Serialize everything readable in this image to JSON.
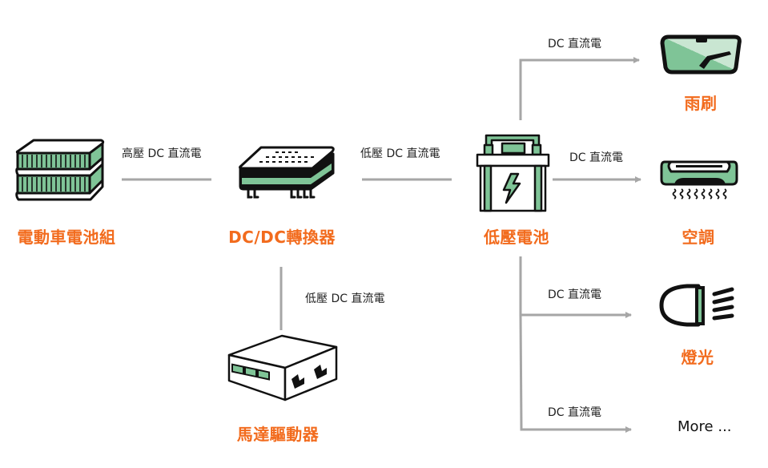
{
  "colors": {
    "accent": "#f26b1d",
    "line": "#a6a6a6",
    "icon_green": "#7fc497",
    "icon_green_light": "#c9e6d2",
    "icon_stroke": "#111111",
    "text": "#222222"
  },
  "nodes": {
    "ev_battery": {
      "label": "電動車電池組",
      "icon": "battery-pack-icon"
    },
    "dcdc_converter": {
      "label": "DC/DC轉換器",
      "icon": "dc-dc-converter-icon"
    },
    "low_voltage_battery": {
      "label": "低壓電池",
      "icon": "car-battery-icon"
    },
    "motor_driver": {
      "label": "馬達驅動器",
      "icon": "motor-driver-icon"
    },
    "wiper": {
      "label": "雨刷",
      "icon": "windshield-wiper-icon"
    },
    "air_conditioner": {
      "label": "空調",
      "icon": "air-conditioner-icon"
    },
    "headlight": {
      "label": "燈光",
      "icon": "headlight-icon"
    },
    "more": {
      "label": "More ..."
    }
  },
  "edges": {
    "battery_to_converter": "高壓 DC 直流電",
    "converter_to_lv_battery": "低壓 DC 直流電",
    "converter_to_motor_driver": "低壓 DC 直流電",
    "lv_battery_to_wiper": "DC 直流電",
    "lv_battery_to_ac": "DC 直流電",
    "lv_battery_to_headlight": "DC 直流電",
    "lv_battery_to_more": "DC 直流電"
  }
}
